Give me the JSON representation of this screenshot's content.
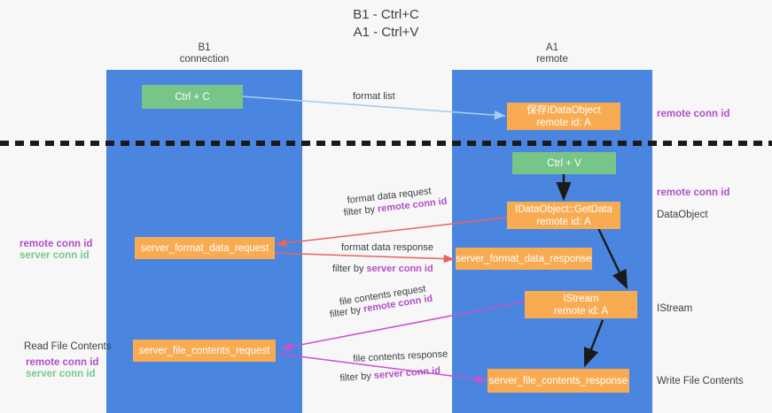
{
  "title": {
    "line1": "B1 - Ctrl+C",
    "line2": "A1 - Ctrl+V"
  },
  "lanes": [
    {
      "name": "B1",
      "sub": "connection"
    },
    {
      "name": "A1",
      "sub": "remote"
    }
  ],
  "nodes": {
    "ctrl_c": "Ctrl + C",
    "ctrl_v": "Ctrl + V",
    "save_dataobject_l1": "保存IDataObject",
    "save_dataobject_l2": "remote id: A",
    "getdata_l1": "IDataObject::GetData",
    "getdata_l2": "remote id: A",
    "istream_l1": "IStream",
    "istream_l2": "remote id: A",
    "server_format_data_request": "server_format_data_request",
    "server_format_data_response": "server_format_data_response",
    "server_file_contents_request": "server_file_contents_request",
    "server_file_contents_response": "server_file_contents_response"
  },
  "edges": {
    "format_list": "format list",
    "format_data_request": "format data request",
    "format_data_request_filter_pre": "filter by ",
    "format_data_request_filter_key": "remote conn id",
    "format_data_response": "format data response",
    "format_data_response_filter_pre": "filter by ",
    "format_data_response_filter_key": "server conn id",
    "file_contents_request": "file contents request",
    "file_contents_request_filter_pre": "filter by ",
    "file_contents_request_filter_key": "remote conn id",
    "file_contents_response": "file contents response",
    "file_contents_response_filter_pre": "filter by ",
    "file_contents_response_filter_key": "server conn id"
  },
  "right_notes": {
    "remote_conn_id_top": "remote conn id",
    "remote_conn_id_mid": "remote conn id",
    "dataobject": "DataObject",
    "istream": "IStream",
    "write_file_contents": "Write File Contents"
  },
  "left_notes": {
    "remote_conn_id": "remote conn id",
    "server_conn_id": "server conn id",
    "read_file_contents": "Read File Contents",
    "remote_conn_id_2": "remote conn id",
    "server_conn_id_2": "server conn id"
  },
  "colors": {
    "lane": "#4a86e0",
    "green_node": "#77c588",
    "orange_node": "#f9ab52",
    "purple_text": "#b24fc8",
    "green_text": "#79c88a",
    "arrow_blue": "#a4cdf0",
    "arrow_red": "#e8645e",
    "arrow_magenta": "#cc4fd0",
    "arrow_black": "#1a1a1a",
    "background": "#f7f7f7"
  }
}
